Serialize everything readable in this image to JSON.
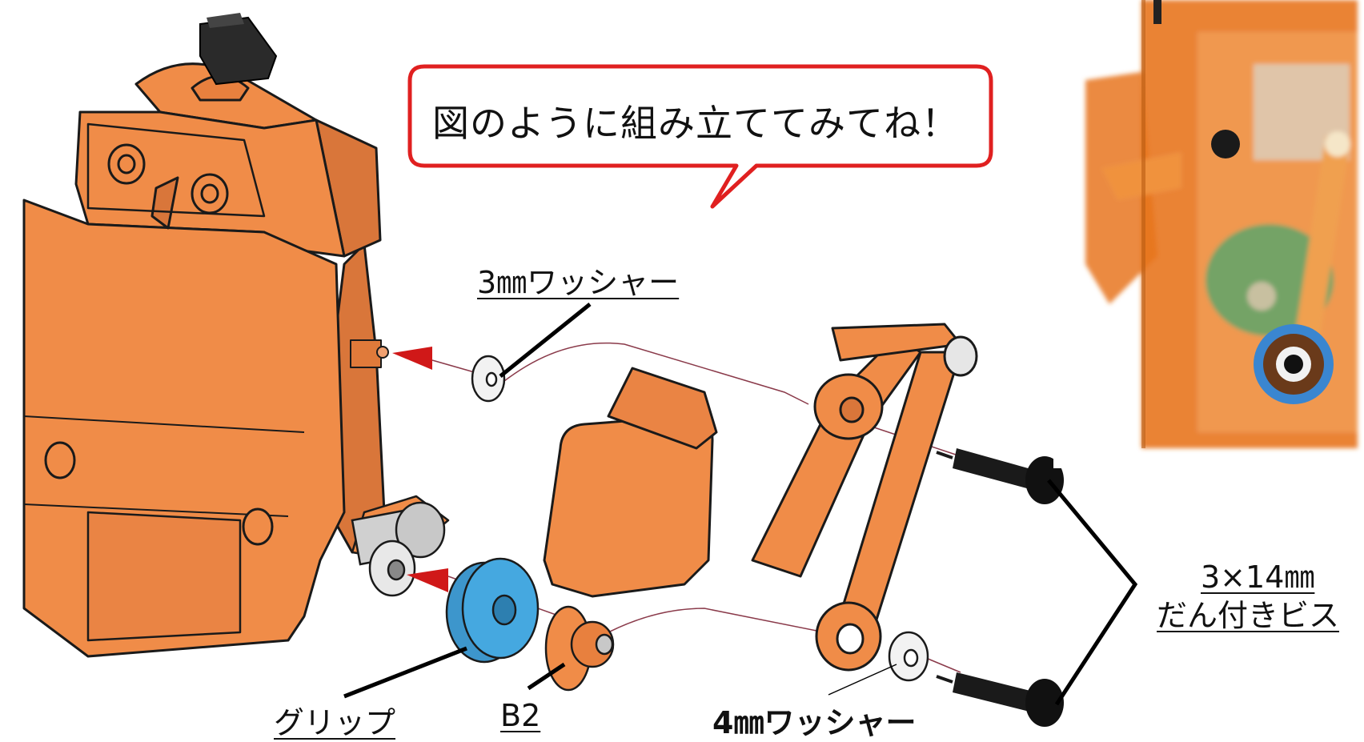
{
  "speech_bubble": {
    "text": "図のように組み立ててみてね！"
  },
  "labels": {
    "washer_3mm": "3㎜ワッシャー",
    "grip": "グリップ",
    "b2": "B2",
    "washer_4mm": "4㎜ワッシャー",
    "screw_line1": "3×14㎜",
    "screw_line2": "だん付きビス"
  },
  "colors": {
    "body_orange": "#f08c48",
    "outline": "#1a1a1a",
    "bubble_border": "#e02020",
    "arrow_red": "#d01818",
    "grip_blue": "#45a8e0",
    "washer_white": "#f2f2f2",
    "photo_orange": "#e8761e"
  }
}
